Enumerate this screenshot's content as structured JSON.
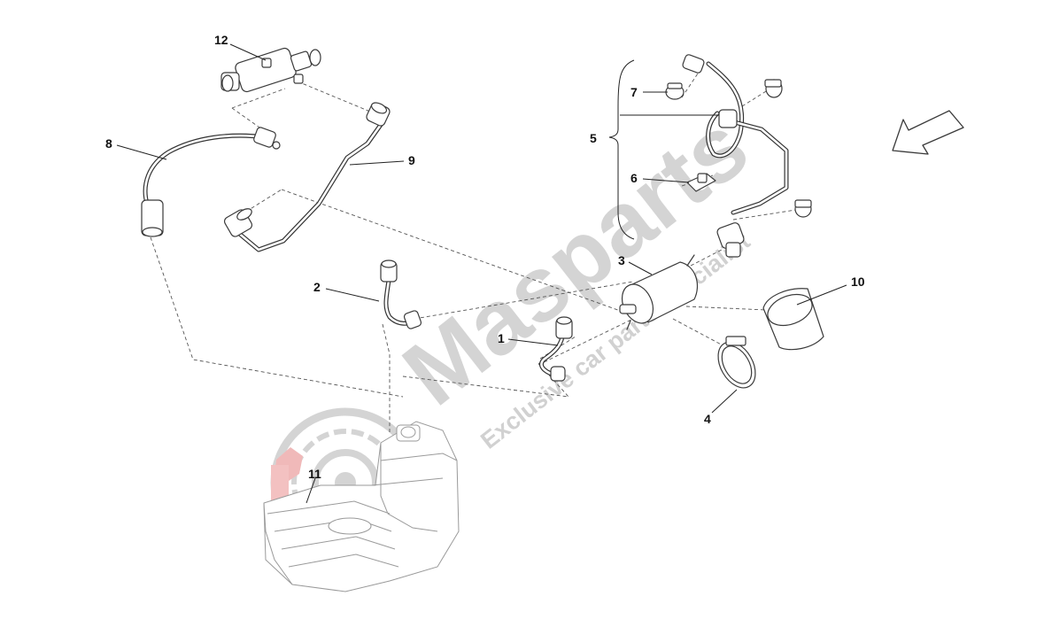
{
  "callouts": {
    "c1": "1",
    "c2": "2",
    "c3": "3",
    "c4": "4",
    "c5": "5",
    "c6": "6",
    "c7": "7",
    "c8": "8",
    "c9": "9",
    "c10": "10",
    "c11": "11",
    "c12": "12"
  },
  "watermark": {
    "brand": "Masparts",
    "tagline": "Exclusive car parts specialist"
  },
  "colors": {
    "line": "#3a3a3a",
    "watermark_gray": "#c9c9c9",
    "logo_red": "#e05a5a"
  }
}
